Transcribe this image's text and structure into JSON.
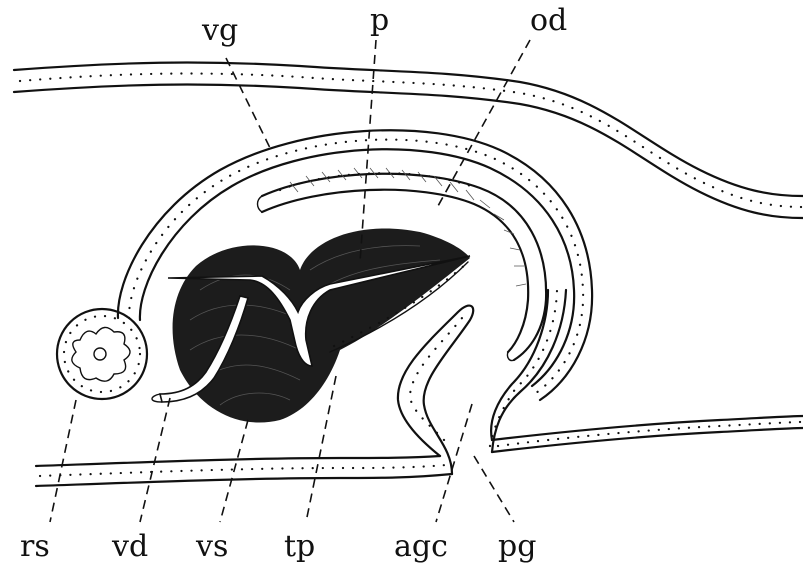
{
  "labels": {
    "vg": "vg",
    "p": "p",
    "od": "od",
    "rs": "rs",
    "vd": "vd",
    "vs": "vs",
    "tp": "tp",
    "agc": "agc",
    "pg": "pg"
  }
}
